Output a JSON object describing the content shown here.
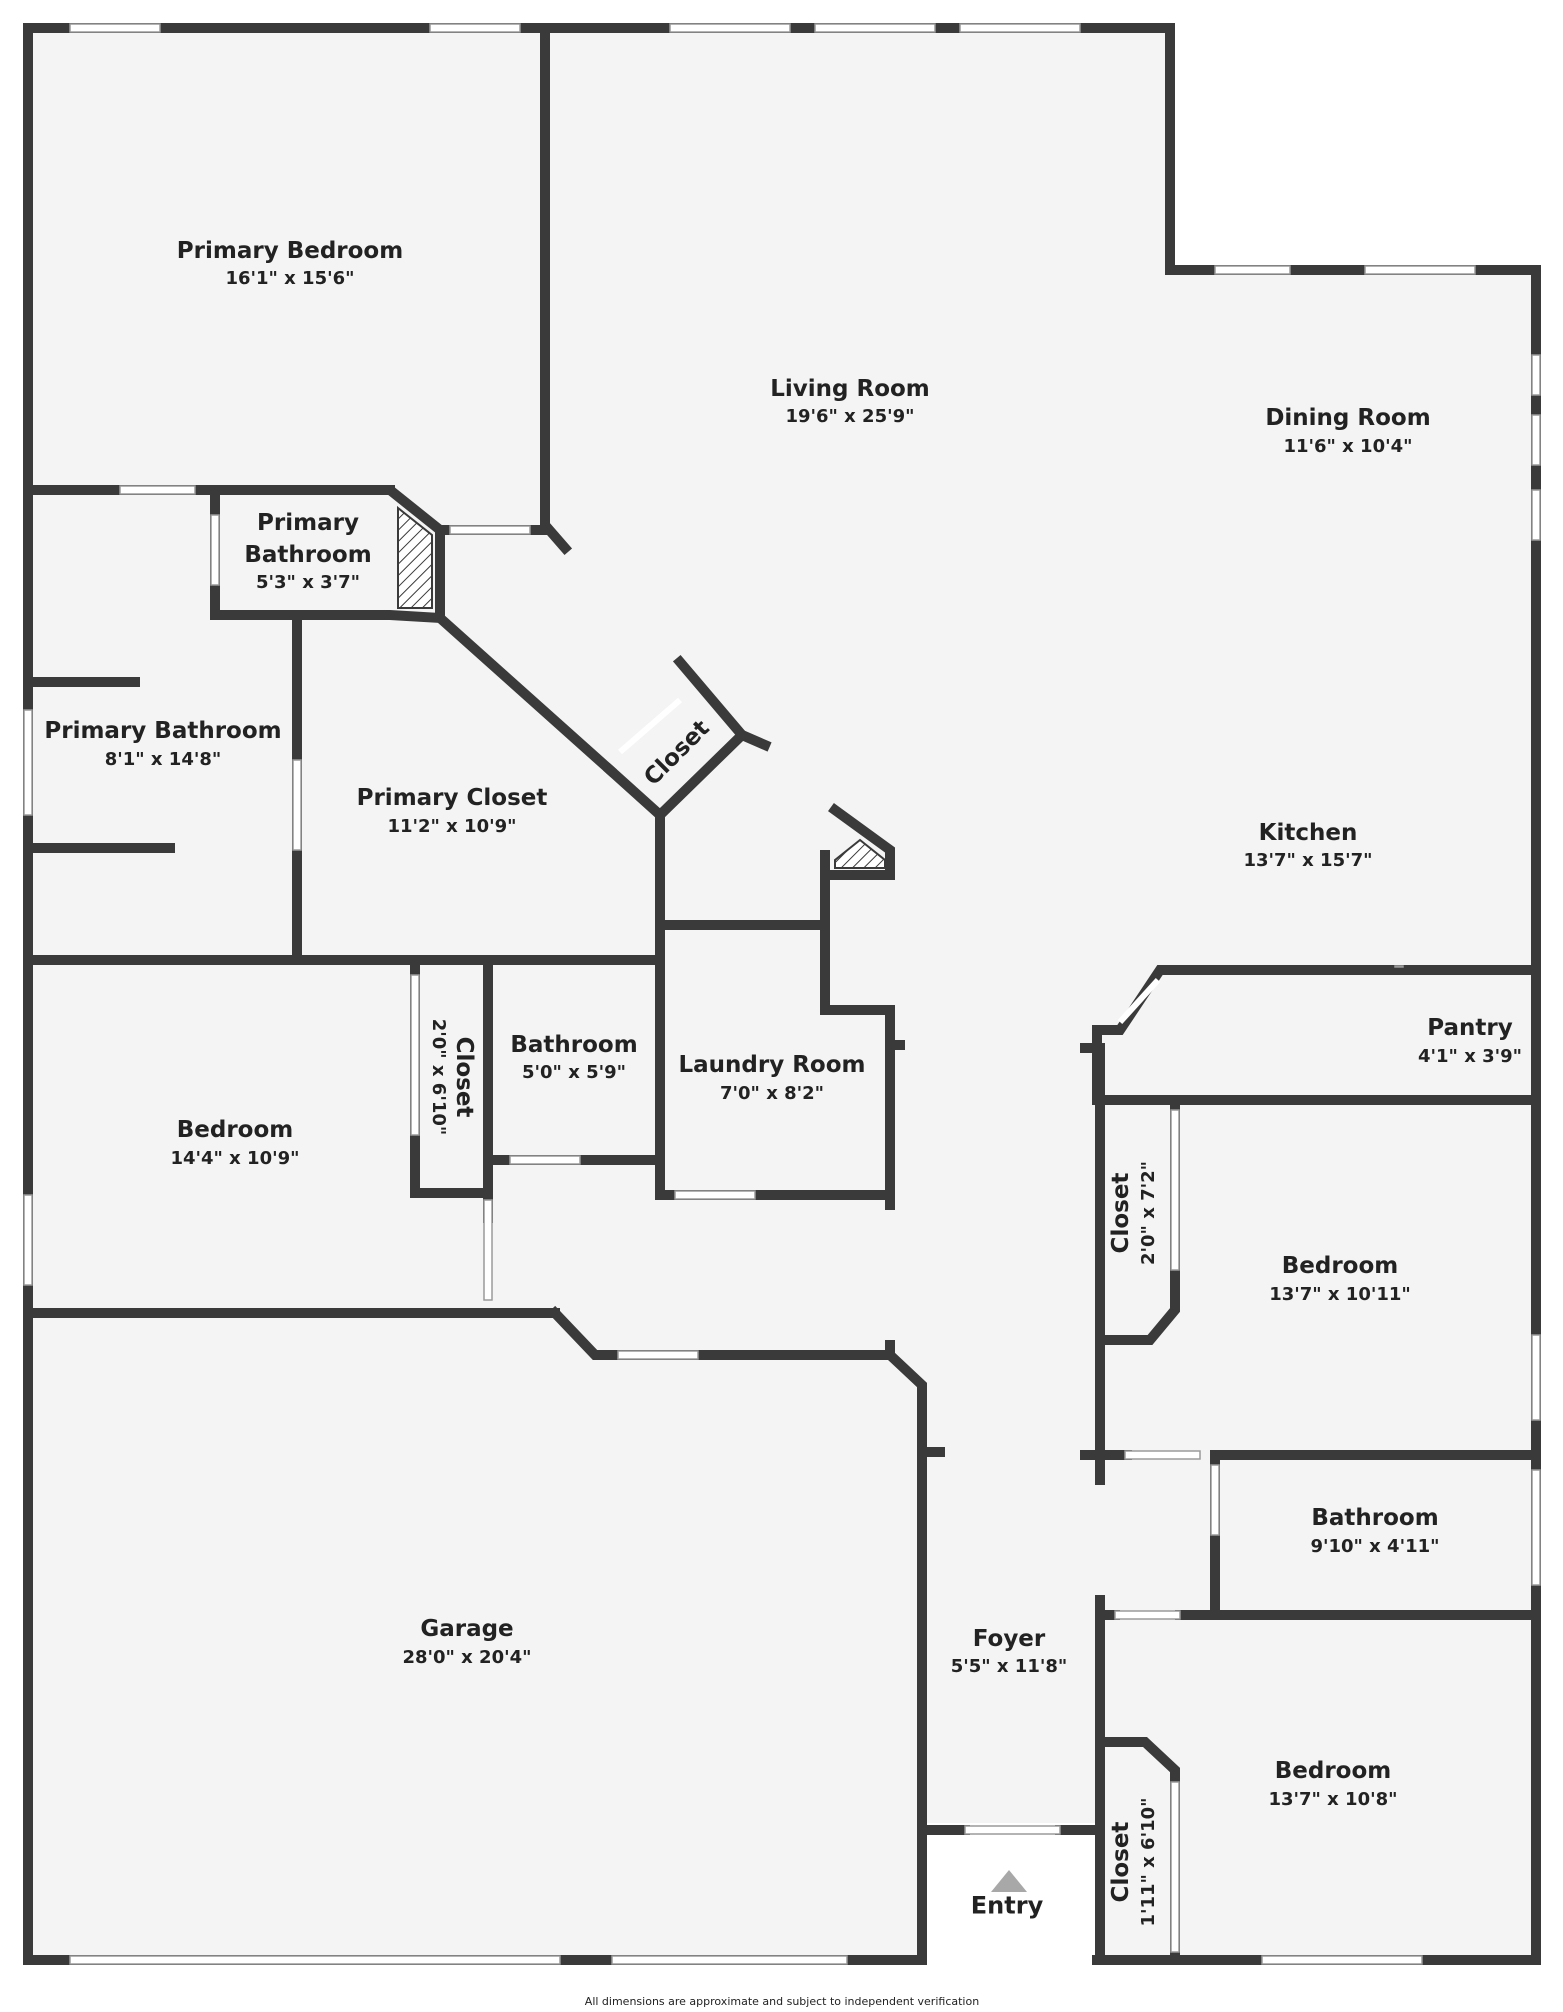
{
  "rooms": {
    "primary_bedroom": {
      "name": "Primary Bedroom",
      "dims": "16'1\" x 15'6\""
    },
    "living_room": {
      "name": "Living Room",
      "dims": "19'6\" x 25'9\""
    },
    "dining_room": {
      "name": "Dining Room",
      "dims": "11'6\" x 10'4\""
    },
    "primary_bathroom_small": {
      "name_line1": "Primary",
      "name_line2": "Bathroom",
      "dims": "5'3\" x 3'7\""
    },
    "primary_bathroom": {
      "name": "Primary Bathroom",
      "dims": "8'1\" x 14'8\""
    },
    "primary_closet": {
      "name": "Primary Closet",
      "dims": "11'2\" x 10'9\""
    },
    "closet_diag": {
      "name": "Closet"
    },
    "kitchen": {
      "name": "Kitchen",
      "dims": "13'7\" x 15'7\""
    },
    "pantry": {
      "name": "Pantry",
      "dims": "4'1\" x 3'9\""
    },
    "bedroom_west": {
      "name": "Bedroom",
      "dims": "14'4\" x 10'9\""
    },
    "closet_west": {
      "name": "Closet",
      "dims": "2'0\" x 6'10\""
    },
    "bathroom_center": {
      "name": "Bathroom",
      "dims": "5'0\" x 5'9\""
    },
    "laundry_room": {
      "name": "Laundry Room",
      "dims": "7'0\" x 8'2\""
    },
    "closet_east_1": {
      "name": "Closet",
      "dims": "2'0\" x 7'2\""
    },
    "bedroom_east_1": {
      "name": "Bedroom",
      "dims": "13'7\" x 10'11\""
    },
    "bathroom_east": {
      "name": "Bathroom",
      "dims": "9'10\" x 4'11\""
    },
    "garage": {
      "name": "Garage",
      "dims": "28'0\" x 20'4\""
    },
    "foyer": {
      "name": "Foyer",
      "dims": "5'5\" x 11'8\""
    },
    "bedroom_east_2": {
      "name": "Bedroom",
      "dims": "13'7\" x 10'8\""
    },
    "closet_east_2": {
      "name": "Closet",
      "dims": "1'11\" x 6'10\""
    }
  },
  "entry": {
    "label": "Entry"
  },
  "disclaimer": "All dimensions are approximate and subject to independent verification",
  "colors": {
    "wall": "#3a3a3a",
    "floor": "#f4f4f4",
    "window": "#ffffff",
    "hatch": "#3a3a3a",
    "entry_marker": "#a8a8a8"
  }
}
